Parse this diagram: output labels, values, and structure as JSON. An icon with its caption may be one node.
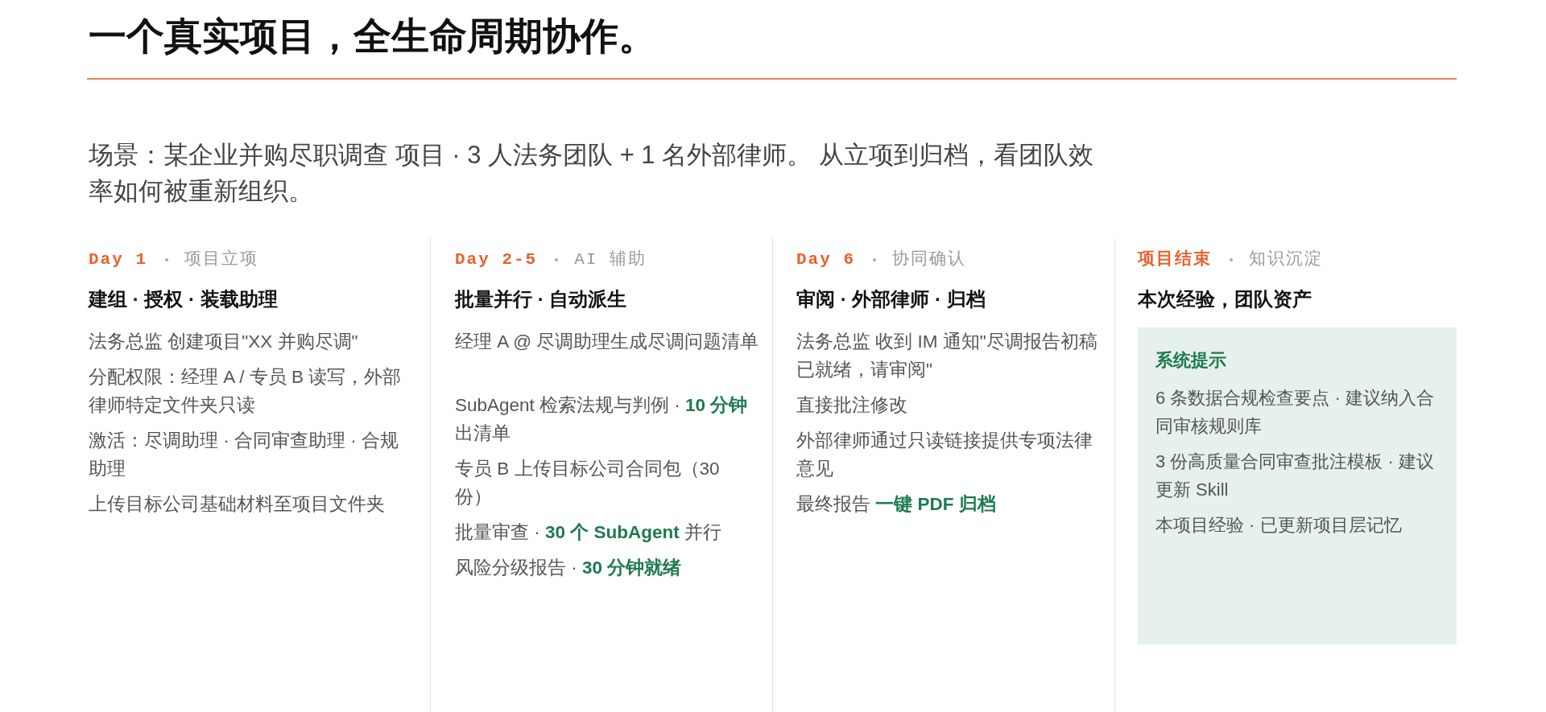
{
  "diagram": {
    "title": "一个真实项目，全生命周期协作。",
    "nodes": [
      {
        "text": [
          "系统提示",
          "6 条数据合规检查要点 · 建议纳入合同审核规则库",
          "3 份高质量合同审查批注模板 · 建议更新 Skill",
          "本项目经验 · 已更新项目层记忆"
        ]
      }
    ],
    "labels": [
      "场景：某企业并购尽职调查 项目 · 3 人法务团队 + 1 名外部律师。 从立项到归档，看团队效率如何被重新组织。",
      "Day 1",
      "项目立项",
      "建组 · 授权 · 装载助理",
      "法务总监 创建项目\"XX 并购尽调\"",
      "分配权限：经理 A / 专员 B 读写，外部律师特定文件夹只读",
      "激活：尽调助理 · 合同审查助理 · 合规助理",
      "上传目标公司基础材料至项目文件夹",
      "Day 2-5",
      "AI 辅助",
      "批量并行 · 自动派生",
      "经理 A @ 尽调助理生成尽调问题清单",
      "SubAgent 检索法规与判例 · **10 分钟**出清单",
      "专员 B 上传目标公司合同包（30 份）",
      "批量审查 · **30 个 SubAgent** 并行",
      "风险分级报告 · **30 分钟就绪**",
      "Day 6",
      "协同确认",
      "审阅 · 外部律师 · 归档",
      "法务总监 收到 IM 通知\"尽调报告初稿已就绪，请审阅\"",
      "直接批注修改",
      "外部律师通过只读链接提供专项法律意见",
      "最终报告 **一键 PDF 归档**",
      "项目结束",
      "知识沉淀",
      "本次经验，团队资产"
    ]
  }
}
